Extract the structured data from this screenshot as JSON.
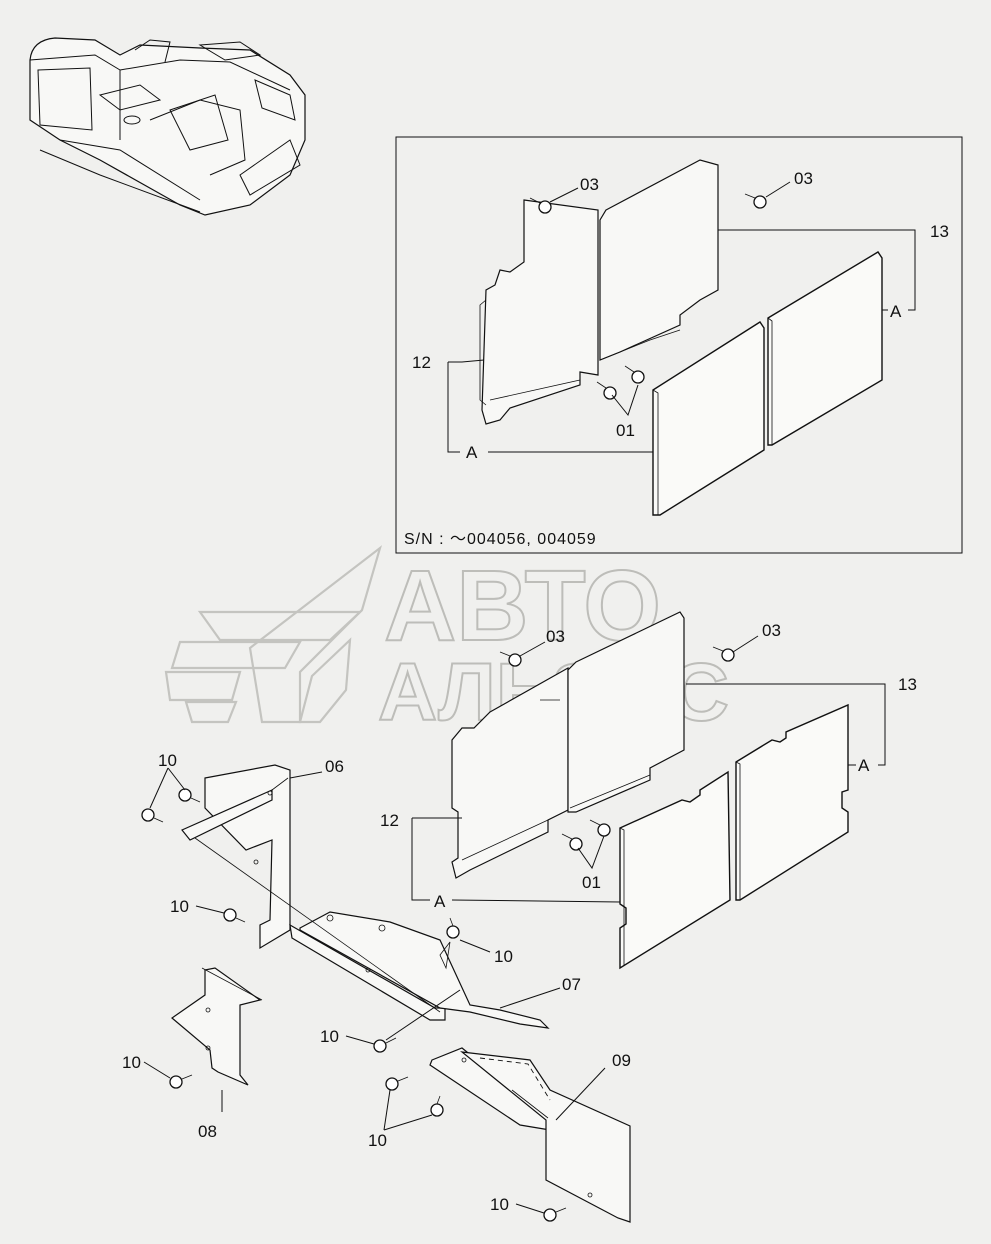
{
  "serial_note": "S/N : ～004056, 004059",
  "watermark": {
    "line1": "АВТО",
    "line2": "АЛЬЯНС"
  },
  "callouts": {
    "top_03_left": "03",
    "top_03_right": "03",
    "top_13": "13",
    "top_a_right": "A",
    "top_12": "12",
    "top_01": "01",
    "top_a_left": "A",
    "mid_03_left": "03",
    "mid_03_right": "03",
    "mid_13": "13",
    "mid_a_right": "A",
    "mid_12": "12",
    "mid_01": "01",
    "mid_a_left": "A",
    "low_10_top": "10",
    "low_06": "06",
    "low_10_left": "10",
    "low_10_center": "10",
    "low_07": "07",
    "low_10_mid": "10",
    "low_10_bottom_left": "10",
    "low_08": "08",
    "low_09": "09",
    "low_10_pair": "10",
    "low_10_bottom": "10"
  }
}
